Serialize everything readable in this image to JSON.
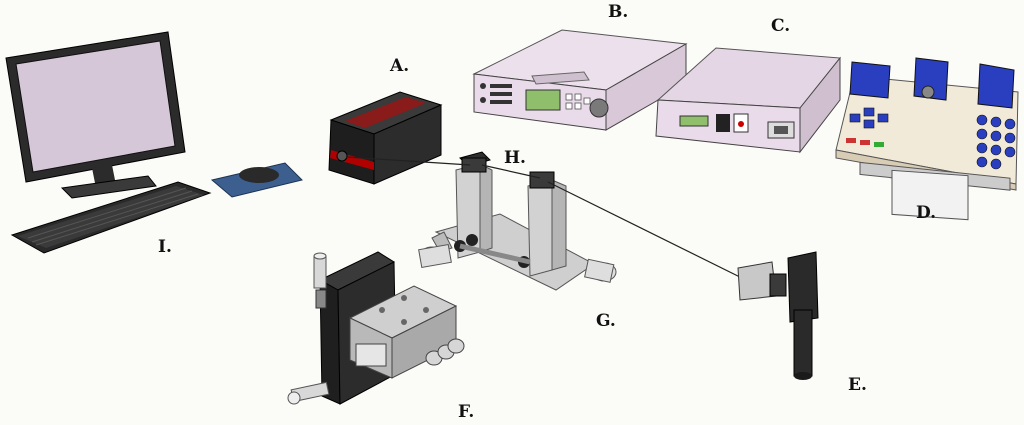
{
  "labels": {
    "A": "A.",
    "B": "B.",
    "C": "C.",
    "D": "D.",
    "E": "E.",
    "F": "F.",
    "G": "G.",
    "H": "H.",
    "I": "I."
  },
  "colors": {
    "background": "#fbfbf7",
    "instrument_body": "#e9dbe9",
    "screen": "#d9c9dc",
    "lcd": "#8fbf6a",
    "accent_red": "#b00000",
    "pump_blue": "#2a3fbf",
    "metal": "#c9c9c9",
    "dark": "#1e1e1e"
  }
}
